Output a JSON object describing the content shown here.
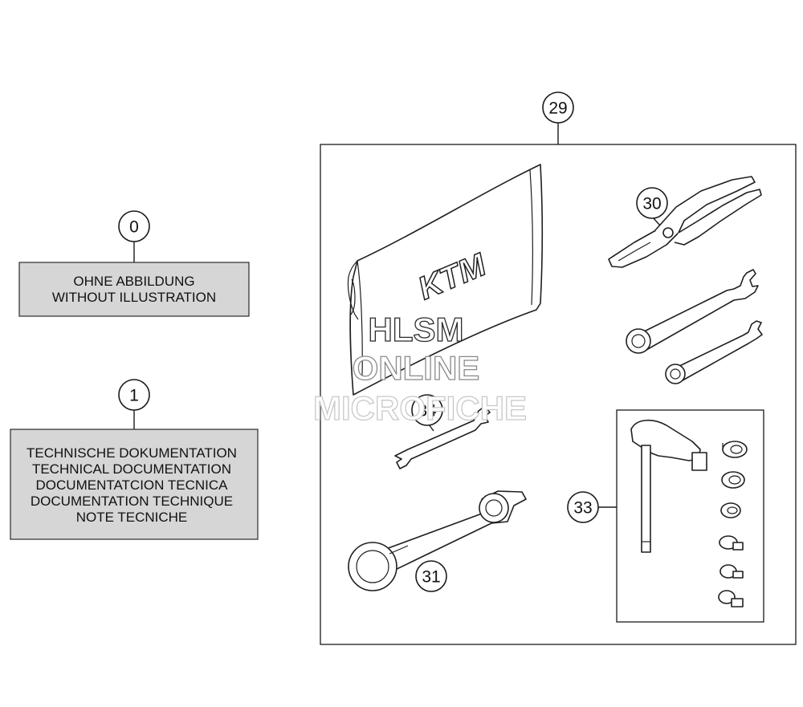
{
  "callouts": {
    "c0": "0",
    "c1": "1",
    "c29": "29",
    "c30": "30",
    "c31": "31",
    "c33": "33",
    "c34": "34"
  },
  "note_box_0": {
    "line1": "OHNE ABBILDUNG",
    "line2": "WITHOUT ILLUSTRATION"
  },
  "note_box_1": {
    "line1": "TECHNISCHE DOKUMENTATION",
    "line2": "TECHNICAL DOCUMENTATION",
    "line3": "DOCUMENTATCION TECNICA",
    "line4": "DOCUMENTATION TECHNIQUE",
    "line5": "NOTE TECNICHE"
  },
  "bag_logo": "KTM",
  "watermark": {
    "line1": "HLSM",
    "line2": "ONLINE",
    "line3": "MICROFICHE"
  },
  "colors": {
    "note_fill": "#d6d6d6",
    "line": "#1a1a1a",
    "background": "#ffffff"
  }
}
